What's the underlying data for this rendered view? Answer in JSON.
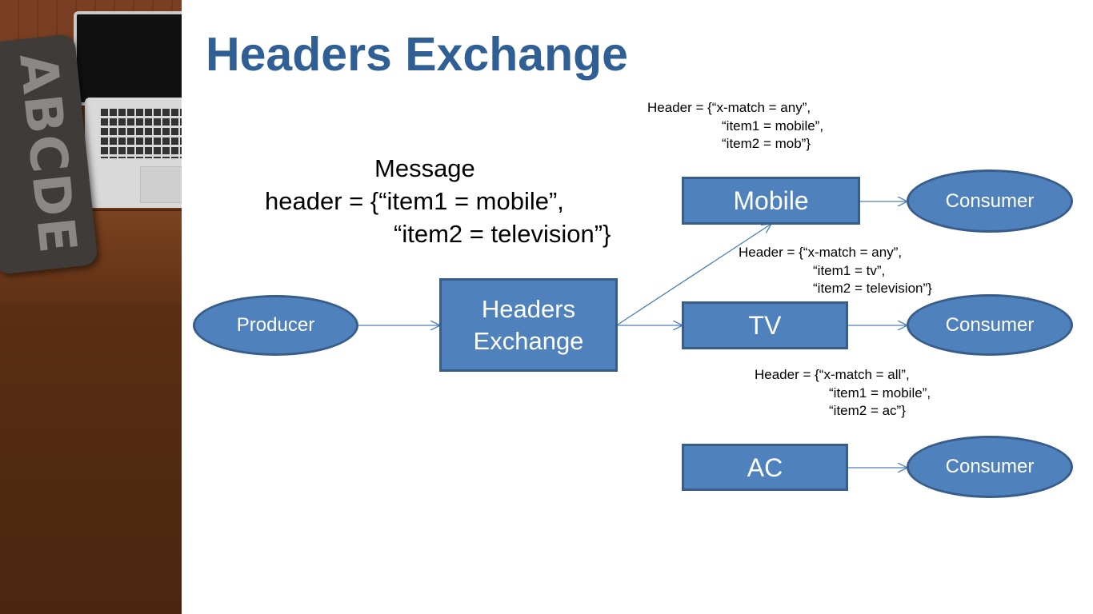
{
  "slide": {
    "title": "Headers Exchange"
  },
  "decoration": {
    "pillow_lettering": "ABCDE"
  },
  "message": {
    "heading": "Message",
    "line1": "header = {“item1 = mobile”,",
    "line2": "“item2 = television”}"
  },
  "nodes": {
    "producer": "Producer",
    "exchange_line1": "Headers",
    "exchange_line2": "Exchange",
    "queue_mobile": "Mobile",
    "queue_tv": "TV",
    "queue_ac": "AC",
    "consumer_mobile": "Consumer",
    "consumer_tv": "Consumer",
    "consumer_ac": "Consumer"
  },
  "bindings": {
    "mobile": {
      "line1": "Header = {“x-match = any”,",
      "line2": "“item1 = mobile”,",
      "line3": "“item2 = mob”}"
    },
    "tv": {
      "line1": "Header = {“x-match = any”,",
      "line2": "“item1 = tv”,",
      "line3": "“item2 = television”}"
    },
    "ac": {
      "line1": "Header = {“x-match = all”,",
      "line2": "“item1 = mobile”,",
      "line3": "“item2 = ac”}"
    }
  },
  "colors": {
    "node_fill": "#4f81bd",
    "node_border": "#385d8a",
    "arrow": "#4a7ebb",
    "title": "#2f5f95"
  }
}
